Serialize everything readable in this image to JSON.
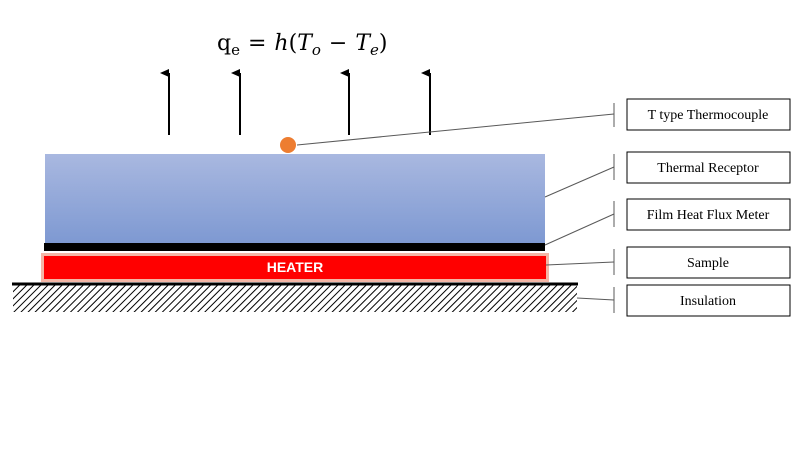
{
  "equation": {
    "lhs_symbol": "q",
    "lhs_subscript": "e",
    "equals": "=",
    "coefficient": "h",
    "open_paren": "(",
    "t1_symbol": "T",
    "t1_subscript": "o",
    "minus": "−",
    "t2_symbol": "T",
    "t2_subscript": "e",
    "close_paren": ")"
  },
  "heater": {
    "label": "HEATER"
  },
  "labels": {
    "thermocouple": "T type Thermocouple",
    "thermal_receptor": "Thermal Receptor",
    "heat_flux_meter": "Film Heat Flux Meter",
    "sample": "Sample",
    "insulation": "Insulation"
  },
  "colors": {
    "receptor_top": "#A9B8E0",
    "receptor_bottom": "#7E99D2",
    "heater": "#FF0000",
    "heater_glow": "#F4B6A6",
    "thermocouple": "#ED7D31",
    "flux_meter": "#000000"
  }
}
